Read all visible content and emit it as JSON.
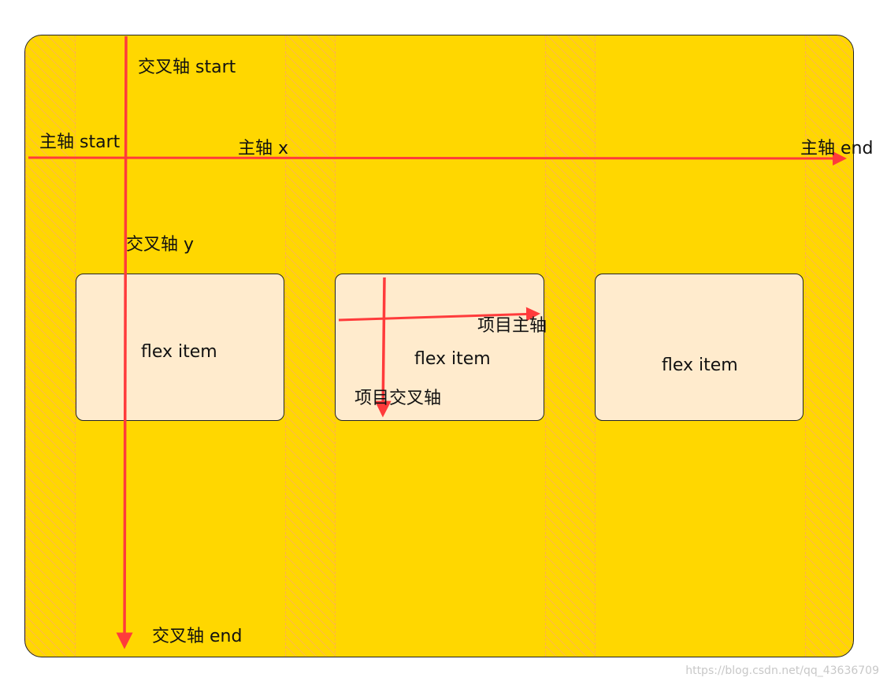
{
  "diagram": {
    "main_axis_start_label": "主轴 start",
    "main_axis_label": "主轴 x",
    "main_axis_end_label": "主轴 end",
    "cross_axis_start_label": "交叉轴 start",
    "cross_axis_label": "交叉轴 y",
    "cross_axis_end_label": "交叉轴 end",
    "items": [
      {
        "label": "flex item"
      },
      {
        "label": "flex item"
      },
      {
        "label": "flex item"
      }
    ],
    "item_main_axis_label": "项目主轴",
    "item_cross_axis_label": "项目交叉轴"
  },
  "colors": {
    "container": "#ffd700",
    "item": "#ffebcd",
    "arrow": "#ff3b3b",
    "border": "#222222"
  },
  "watermark": "https://blog.csdn.net/qq_43636709"
}
